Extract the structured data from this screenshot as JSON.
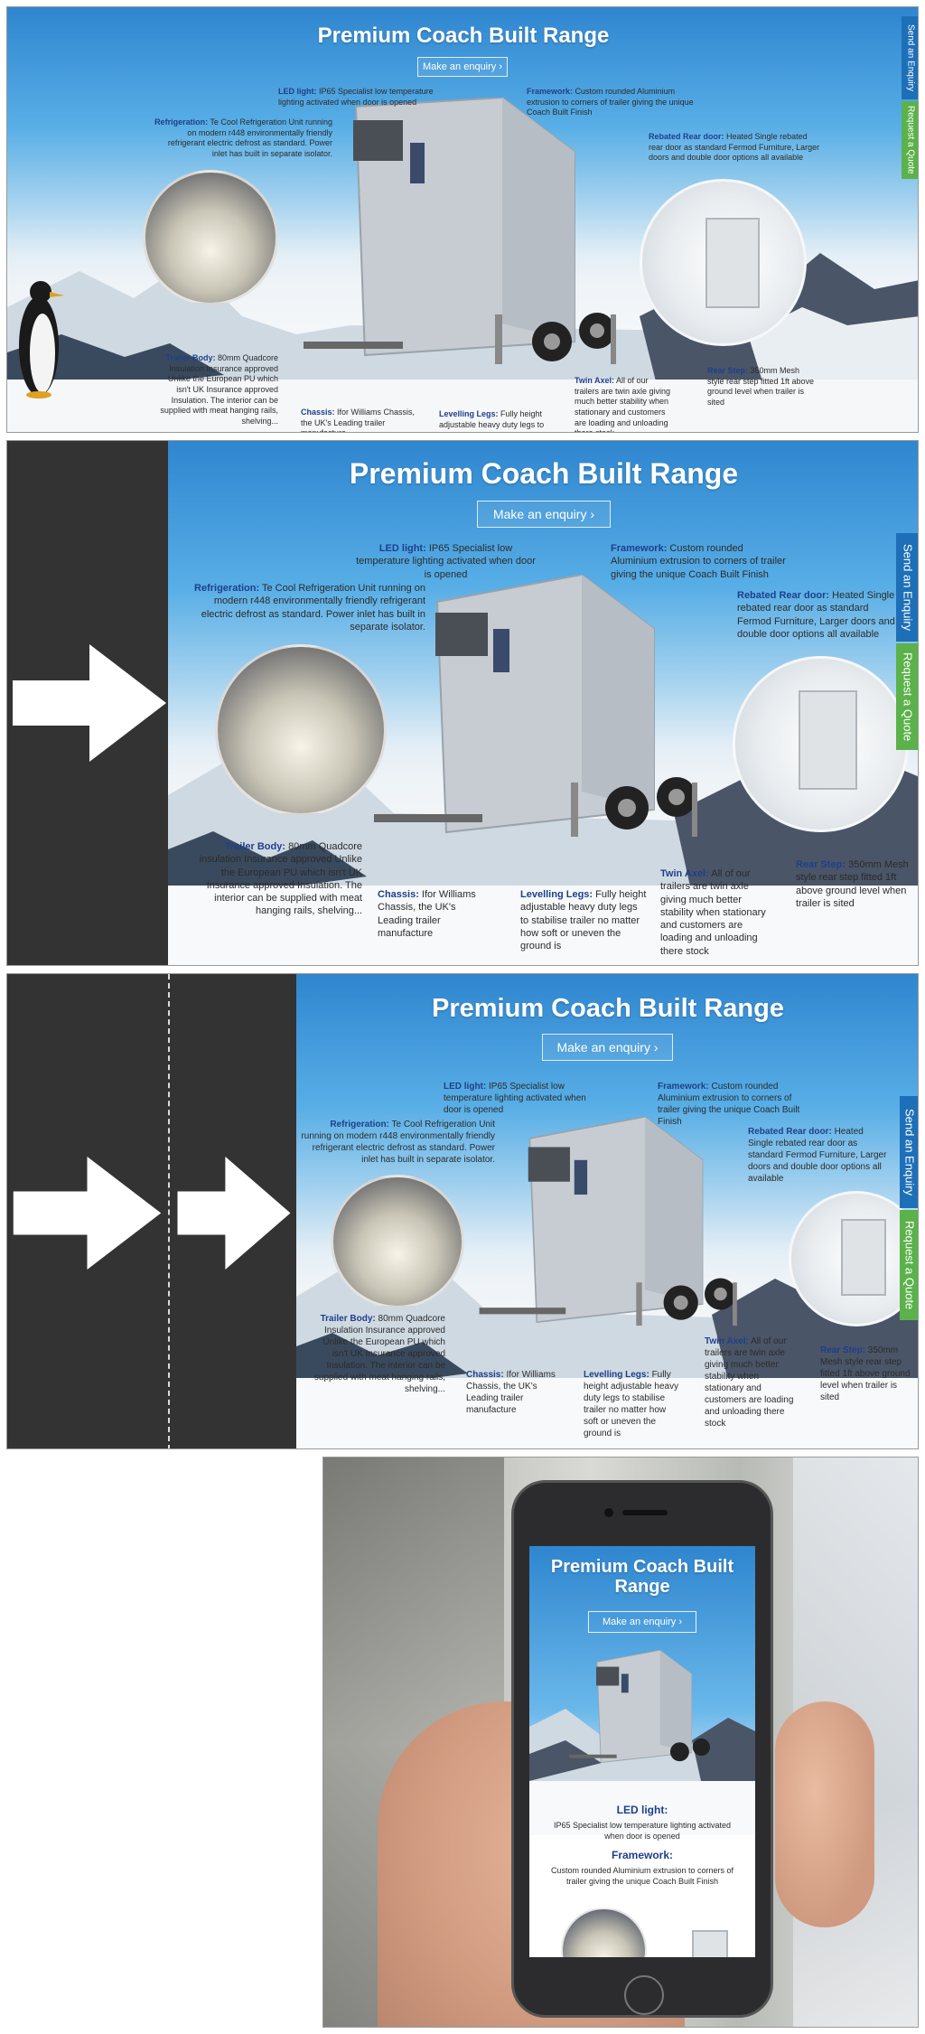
{
  "page": {
    "title": "Premium Coach Built Range",
    "enquiry_button": "Make an enquiry",
    "chevron": "›",
    "send_enquiry_tab": "Send an Enquiry",
    "request_quote_tab": "Request a Quote"
  },
  "colors": {
    "feature_label": "#1f3f8a",
    "tab_blue": "#1d6fb8",
    "tab_green": "#5bb24a",
    "dark_panel": "#333333"
  },
  "features": {
    "led": {
      "label": "LED light:",
      "text": "IP65 Specialist low temperature lighting activated when door is opened"
    },
    "framework": {
      "label": "Framework:",
      "text": "Custom rounded Aluminium extrusion to corners of trailer giving the unique Coach Built Finish"
    },
    "refrigeration": {
      "label": "Refrigeration:",
      "text": "Te Cool Refrigeration Unit running on modern r448 environmentally friendly refrigerant electric defrost as standard. Power inlet has built in separate isolator."
    },
    "rear_door": {
      "label": "Rebated Rear door:",
      "text": "Heated Single rebated rear door as standard Fermod Furniture, Larger doors and double door options all available"
    },
    "trailer_body_1": {
      "label": "Trailer Body:",
      "text": "80mm Quadcore Insulation Insurance approved Unlike the European PU which isn't UK Insurance approved Insulation. The interior can be supplied with meat hanging rails, shelving..."
    },
    "trailer_body_2": {
      "label": "Trailer Body:",
      "text": "80mm Quadcore insulation Insurance approved Unlike the European PU which isn't UK Insurance approved Insulation. The interior can be supplied with meat hanging rails, shelving..."
    },
    "trailer_body_3": {
      "label": "Trailer Body:",
      "text": "80mm Quadcore Insulation Insurance approved Unlike the European PU which isn't UK Insurance approved Insulation. The interior can be supplied with meat hanging rails, shelving..."
    },
    "chassis_1": {
      "label": "Chassis:",
      "text": "Ifor Williams Chassis, the UK's Leading trailer manufacture"
    },
    "chassis_2": {
      "label": "Chassis:",
      "text": "Ifor Williams Chassis, the UK's Leading trailer manufacture"
    },
    "levelling_1": {
      "label": "Levelling Legs:",
      "text": "Fully height adjustable heavy duty legs to"
    },
    "levelling_2": {
      "label": "Levelling Legs:",
      "text": "Fully height adjustable heavy duty legs to stabilise trailer no matter how soft or uneven the ground is"
    },
    "twin_axel": {
      "label": "Twin Axel:",
      "text": "All of our trailers are twin axle giving much better stability when stationary and customers are loading and unloading there stock"
    },
    "rear_step": {
      "label": "Rear Step:",
      "text": "350mm Mesh style rear step fitted 1ft above ground level when trailer is sited"
    }
  },
  "mobile": {
    "title": "Premium Coach Built Range",
    "enquiry_button": "Make an enquiry",
    "chevron": "›",
    "led_label": "LED light:",
    "led_text": "IP65 Specialist low temperature lighting activated when door is opened",
    "framework_label": "Framework:",
    "framework_text": "Custom rounded Aluminium extrusion to corners of trailer giving the unique Coach Built Finish"
  },
  "icons": [
    "arrow-right-icon",
    "chevron-right-icon",
    "penguin-icon"
  ]
}
